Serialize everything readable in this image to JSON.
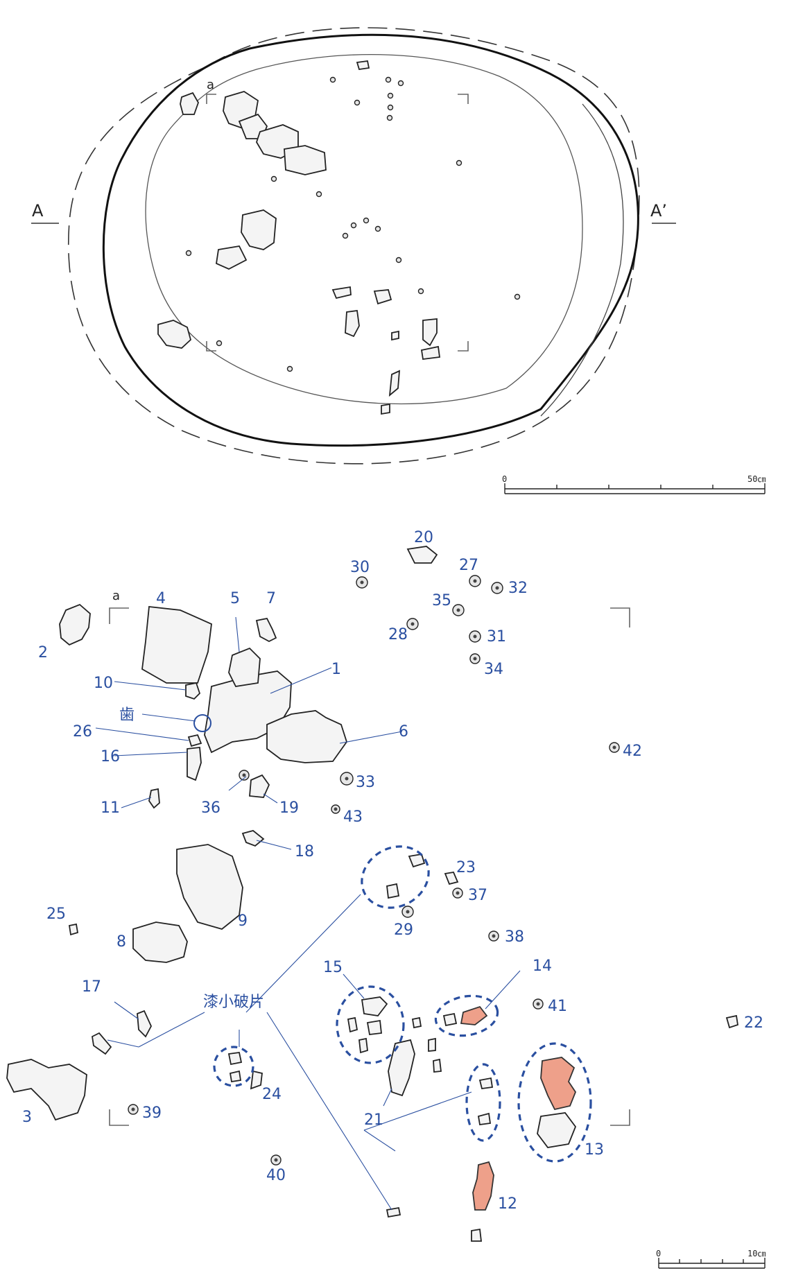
{
  "section_labels": {
    "left": "A",
    "right": "A’",
    "corner": "a"
  },
  "scale_top": {
    "start": "0",
    "end": "50㎝"
  },
  "scale_bottom": {
    "start": "0",
    "end": "10㎝"
  },
  "annotations": {
    "tooth": "歯",
    "lacquer": "漆小破片"
  },
  "item_labels": {
    "n1": "1",
    "n2": "2",
    "n3": "3",
    "n4": "4",
    "n5": "5",
    "n6": "6",
    "n7": "7",
    "n8": "8",
    "n9": "9",
    "n10": "10",
    "n11": "11",
    "n12": "12",
    "n13": "13",
    "n14": "14",
    "n15": "15",
    "n16": "16",
    "n17": "17",
    "n18": "18",
    "n19": "19",
    "n20": "20",
    "n21": "21",
    "n22": "22",
    "n23": "23",
    "n24": "24",
    "n25": "25",
    "n26": "26",
    "n27": "27",
    "n28": "28",
    "n29": "29",
    "n30": "30",
    "n31": "31",
    "n32": "32",
    "n33": "33",
    "n34": "34",
    "n35": "35",
    "n36": "36",
    "n37": "37",
    "n38": "38",
    "n39": "39",
    "n40": "40",
    "n41": "41",
    "n42": "42",
    "n43": "43"
  },
  "colors": {
    "label": "#2a4fa0",
    "lacquer_fill": "#eea08a",
    "line": "#222222"
  }
}
